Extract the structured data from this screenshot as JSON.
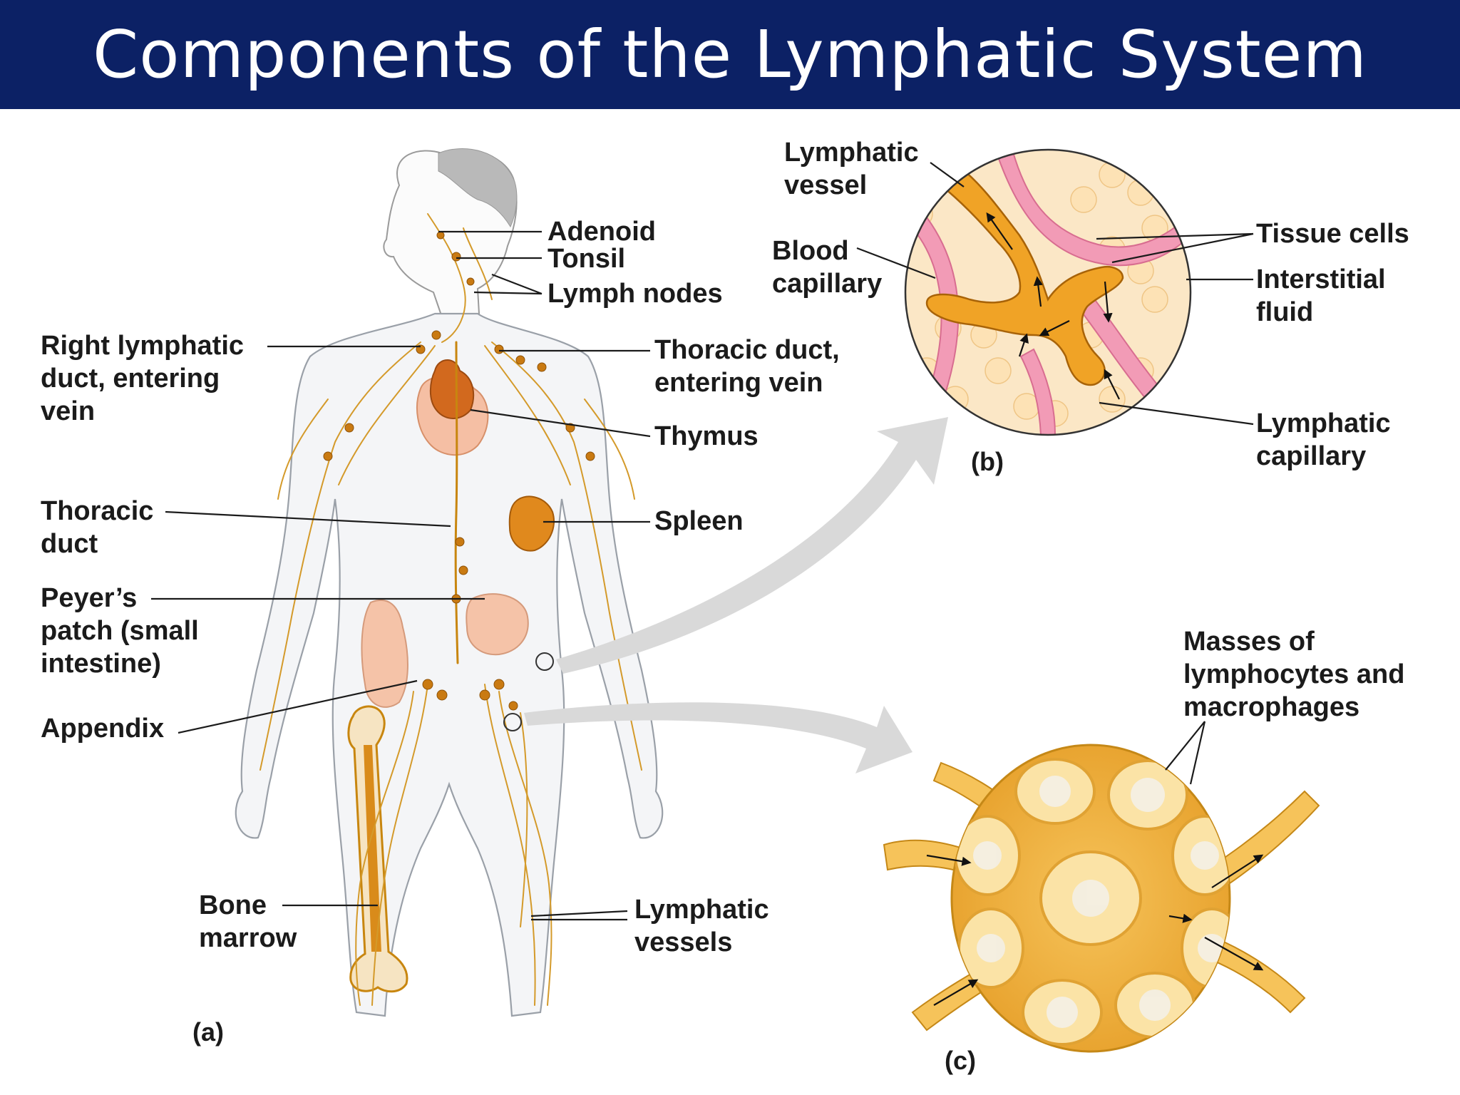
{
  "title": "Components of the Lymphatic System",
  "labels": {
    "adenoid": "Adenoid",
    "tonsil": "Tonsil",
    "lymph_nodes": "Lymph nodes",
    "right_lymphatic_duct": [
      "Right lymphatic",
      "duct, entering",
      "vein"
    ],
    "thoracic_duct_entering_vein": [
      "Thoracic duct,",
      "entering vein"
    ],
    "thymus": "Thymus",
    "thoracic_duct": [
      "Thoracic",
      "duct"
    ],
    "spleen": "Spleen",
    "peyers_patch": [
      "Peyer’s",
      "patch (small",
      "intestine)"
    ],
    "appendix": "Appendix",
    "bone_marrow": [
      "Bone",
      "marrow"
    ],
    "lymphatic_vessels": [
      "Lymphatic",
      "vessels"
    ],
    "lymphatic_vessel_b": [
      "Lymphatic",
      "vessel"
    ],
    "blood_capillary": [
      "Blood",
      "capillary"
    ],
    "tissue_cells": "Tissue cells",
    "interstitial_fluid": [
      "Interstitial",
      "fluid"
    ],
    "lymphatic_capillary": [
      "Lymphatic",
      "capillary"
    ],
    "masses": [
      "Masses of",
      "lymphocytes and",
      "macrophages"
    ]
  },
  "panels": {
    "a": "(a)",
    "b": "(b)",
    "c": "(c)"
  },
  "colors": {
    "title_bar": "#0c2165",
    "title_text": "#ffffff",
    "lymph_vessel": "#c8860f",
    "lymph_node": "#c97a12",
    "organ": "#f2b48e",
    "blood_capillary": "#f08aa8",
    "node_fill": "#f2b230"
  }
}
